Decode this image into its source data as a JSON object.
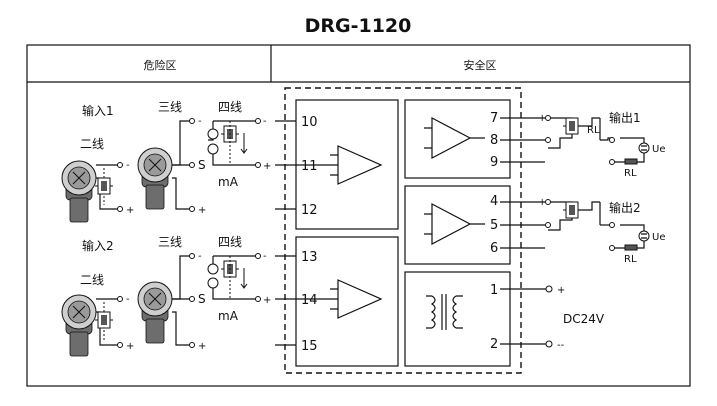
{
  "title": "DRG-1120",
  "zones": {
    "hazardous": "危险区",
    "safe": "安全区"
  },
  "inputs": [
    {
      "label": "输入1",
      "two_wire": "二线",
      "three_wire": "三线",
      "four_wire": "四线",
      "s": "S",
      "plus": "+",
      "minus": "-",
      "ma": "mA"
    },
    {
      "label": "输入2",
      "two_wire": "二线",
      "three_wire": "三线",
      "four_wire": "四线",
      "s": "S",
      "plus": "+",
      "minus": "-",
      "ma": "mA"
    }
  ],
  "terminals": {
    "ch1": [
      "10",
      "11",
      "12"
    ],
    "ch2": [
      "13",
      "14",
      "15"
    ],
    "out1": [
      "7",
      "8",
      "9"
    ],
    "out2": [
      "4",
      "5",
      "6"
    ],
    "power": [
      "1",
      "2"
    ]
  },
  "outputs": [
    {
      "label": "输出1",
      "rl": "RL",
      "ue": "Ue",
      "plus": "+",
      "minus": "-"
    },
    {
      "label": "输出2",
      "rl": "RL",
      "ue": "Ue",
      "plus": "+",
      "minus": "-"
    }
  ],
  "power": {
    "label": "DC24V",
    "plus": "+",
    "minus": "--"
  }
}
